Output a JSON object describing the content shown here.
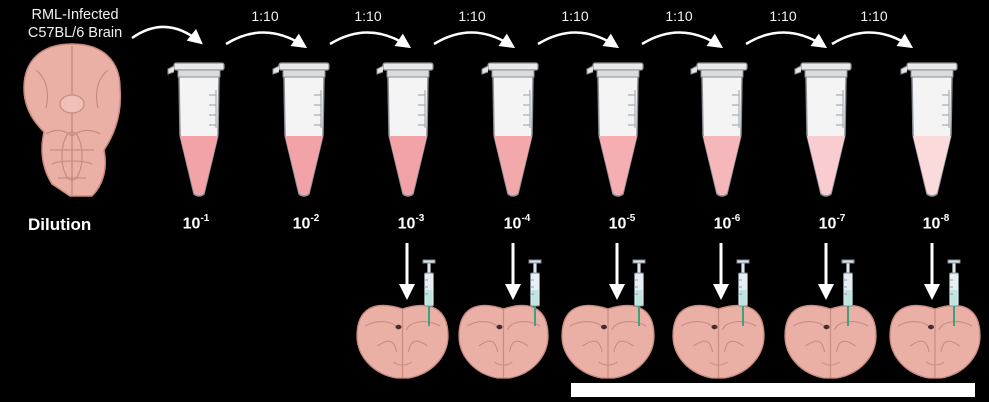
{
  "source_label": "RML-Infected C57BL/6 Brain",
  "source_label_lines": [
    "RML-Infected",
    "C57BL/6 Brain"
  ],
  "dilution_row_label": "Dilution",
  "transfer_ratio": "1:10",
  "tubes": [
    {
      "base": "10",
      "exponent": "-1",
      "fill": "#f2a3a8",
      "injected": false
    },
    {
      "base": "10",
      "exponent": "-2",
      "fill": "#f2a3a8",
      "injected": false
    },
    {
      "base": "10",
      "exponent": "-3",
      "fill": "#f2a3a8",
      "injected": true
    },
    {
      "base": "10",
      "exponent": "-4",
      "fill": "#f3a8ac",
      "injected": true
    },
    {
      "base": "10",
      "exponent": "-5",
      "fill": "#f5aeb2",
      "injected": true
    },
    {
      "base": "10",
      "exponent": "-6",
      "fill": "#f6b7ba",
      "injected": true
    },
    {
      "base": "10",
      "exponent": "-7",
      "fill": "#f9cdcf",
      "injected": true
    },
    {
      "base": "10",
      "exponent": "-8",
      "fill": "#fbdadb",
      "injected": true
    }
  ],
  "colors": {
    "background": "#000000",
    "brain_fill": "#eab0a6",
    "brain_outline": "#c98b80",
    "tube_body": "#f4f4f4",
    "tube_outline": "#8a8f95",
    "syringe_barrel": "#e8eef2",
    "needle": "#3aa37a",
    "arrow": "#ffffff"
  },
  "icons": [
    "brain-icon",
    "curved-arrow-icon",
    "microcentrifuge-tube-icon",
    "down-arrow-icon",
    "syringe-icon",
    "brain-section-icon"
  ]
}
